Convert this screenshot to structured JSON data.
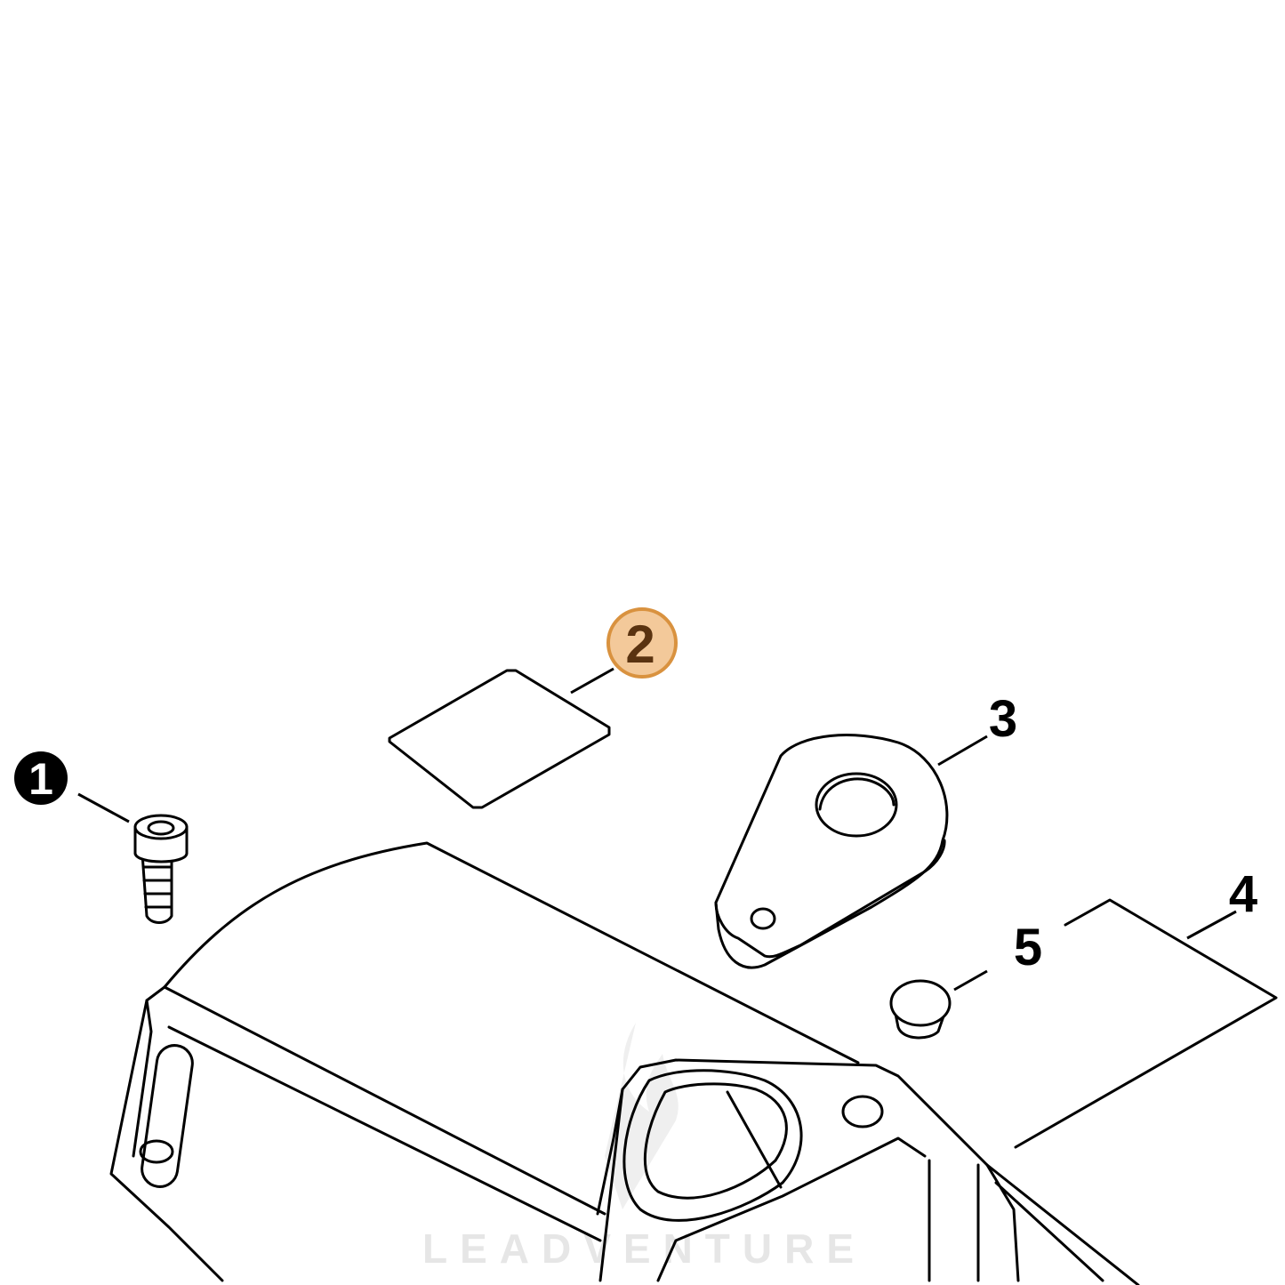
{
  "callouts": [
    {
      "number": "1",
      "style": "filled-circle",
      "color": "#000000",
      "text_color": "#ffffff"
    },
    {
      "number": "2",
      "style": "highlighted-circle",
      "color": "#f3c99a",
      "border_color": "#d9923f",
      "text_color": "#5a3310"
    },
    {
      "number": "3",
      "style": "plain"
    },
    {
      "number": "4",
      "style": "plain"
    },
    {
      "number": "5",
      "style": "plain"
    }
  ],
  "watermark": {
    "text": "LEADVENTURE",
    "color": "#e6e6e6"
  }
}
